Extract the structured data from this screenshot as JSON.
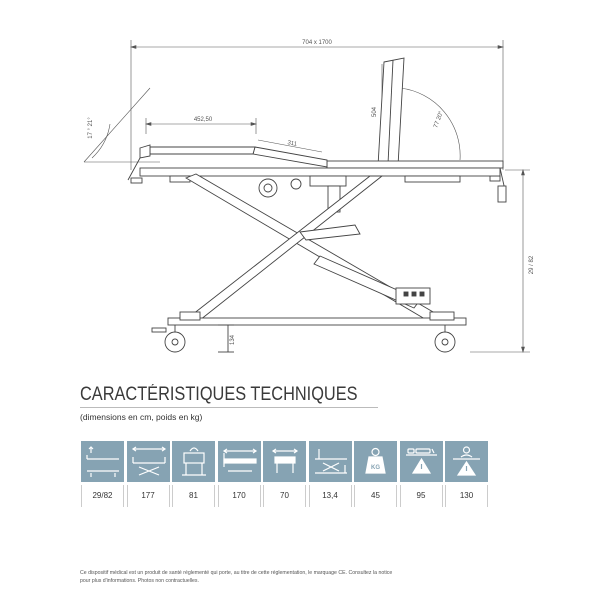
{
  "diagram": {
    "dimensions": {
      "overall": "704 x 1700",
      "backrest_angle": "77 20°",
      "leg_angle": "17 ° 21°",
      "leg_section": "452,50",
      "backrest_len": "504",
      "knee": "311",
      "height_range": "29 / 82",
      "clearance": "134"
    }
  },
  "specs": {
    "title": "CARACTÉRISTIQUES TECHNIQUES",
    "subtitle": "(dimensions en cm, poids en kg)",
    "items": [
      {
        "icon": "height-range-icon",
        "value": "29/82"
      },
      {
        "icon": "length-icon",
        "value": "177"
      },
      {
        "icon": "width-icon",
        "value": "81"
      },
      {
        "icon": "sleeping-surface-icon",
        "value": "170"
      },
      {
        "icon": "surface-width-icon",
        "value": "70"
      },
      {
        "icon": "clearance-icon",
        "value": "13,4"
      },
      {
        "icon": "weight-kg-icon",
        "value": "45"
      },
      {
        "icon": "safe-working-load-icon",
        "value": "95"
      },
      {
        "icon": "max-patient-weight-icon",
        "value": "130"
      }
    ]
  },
  "footnote": "Ce dispositif médical est un produit de santé réglementé qui porte, au titre de cette réglementation, le marquage CE. Consultez la notice pour plus d'informations. Photos non contractuelles."
}
